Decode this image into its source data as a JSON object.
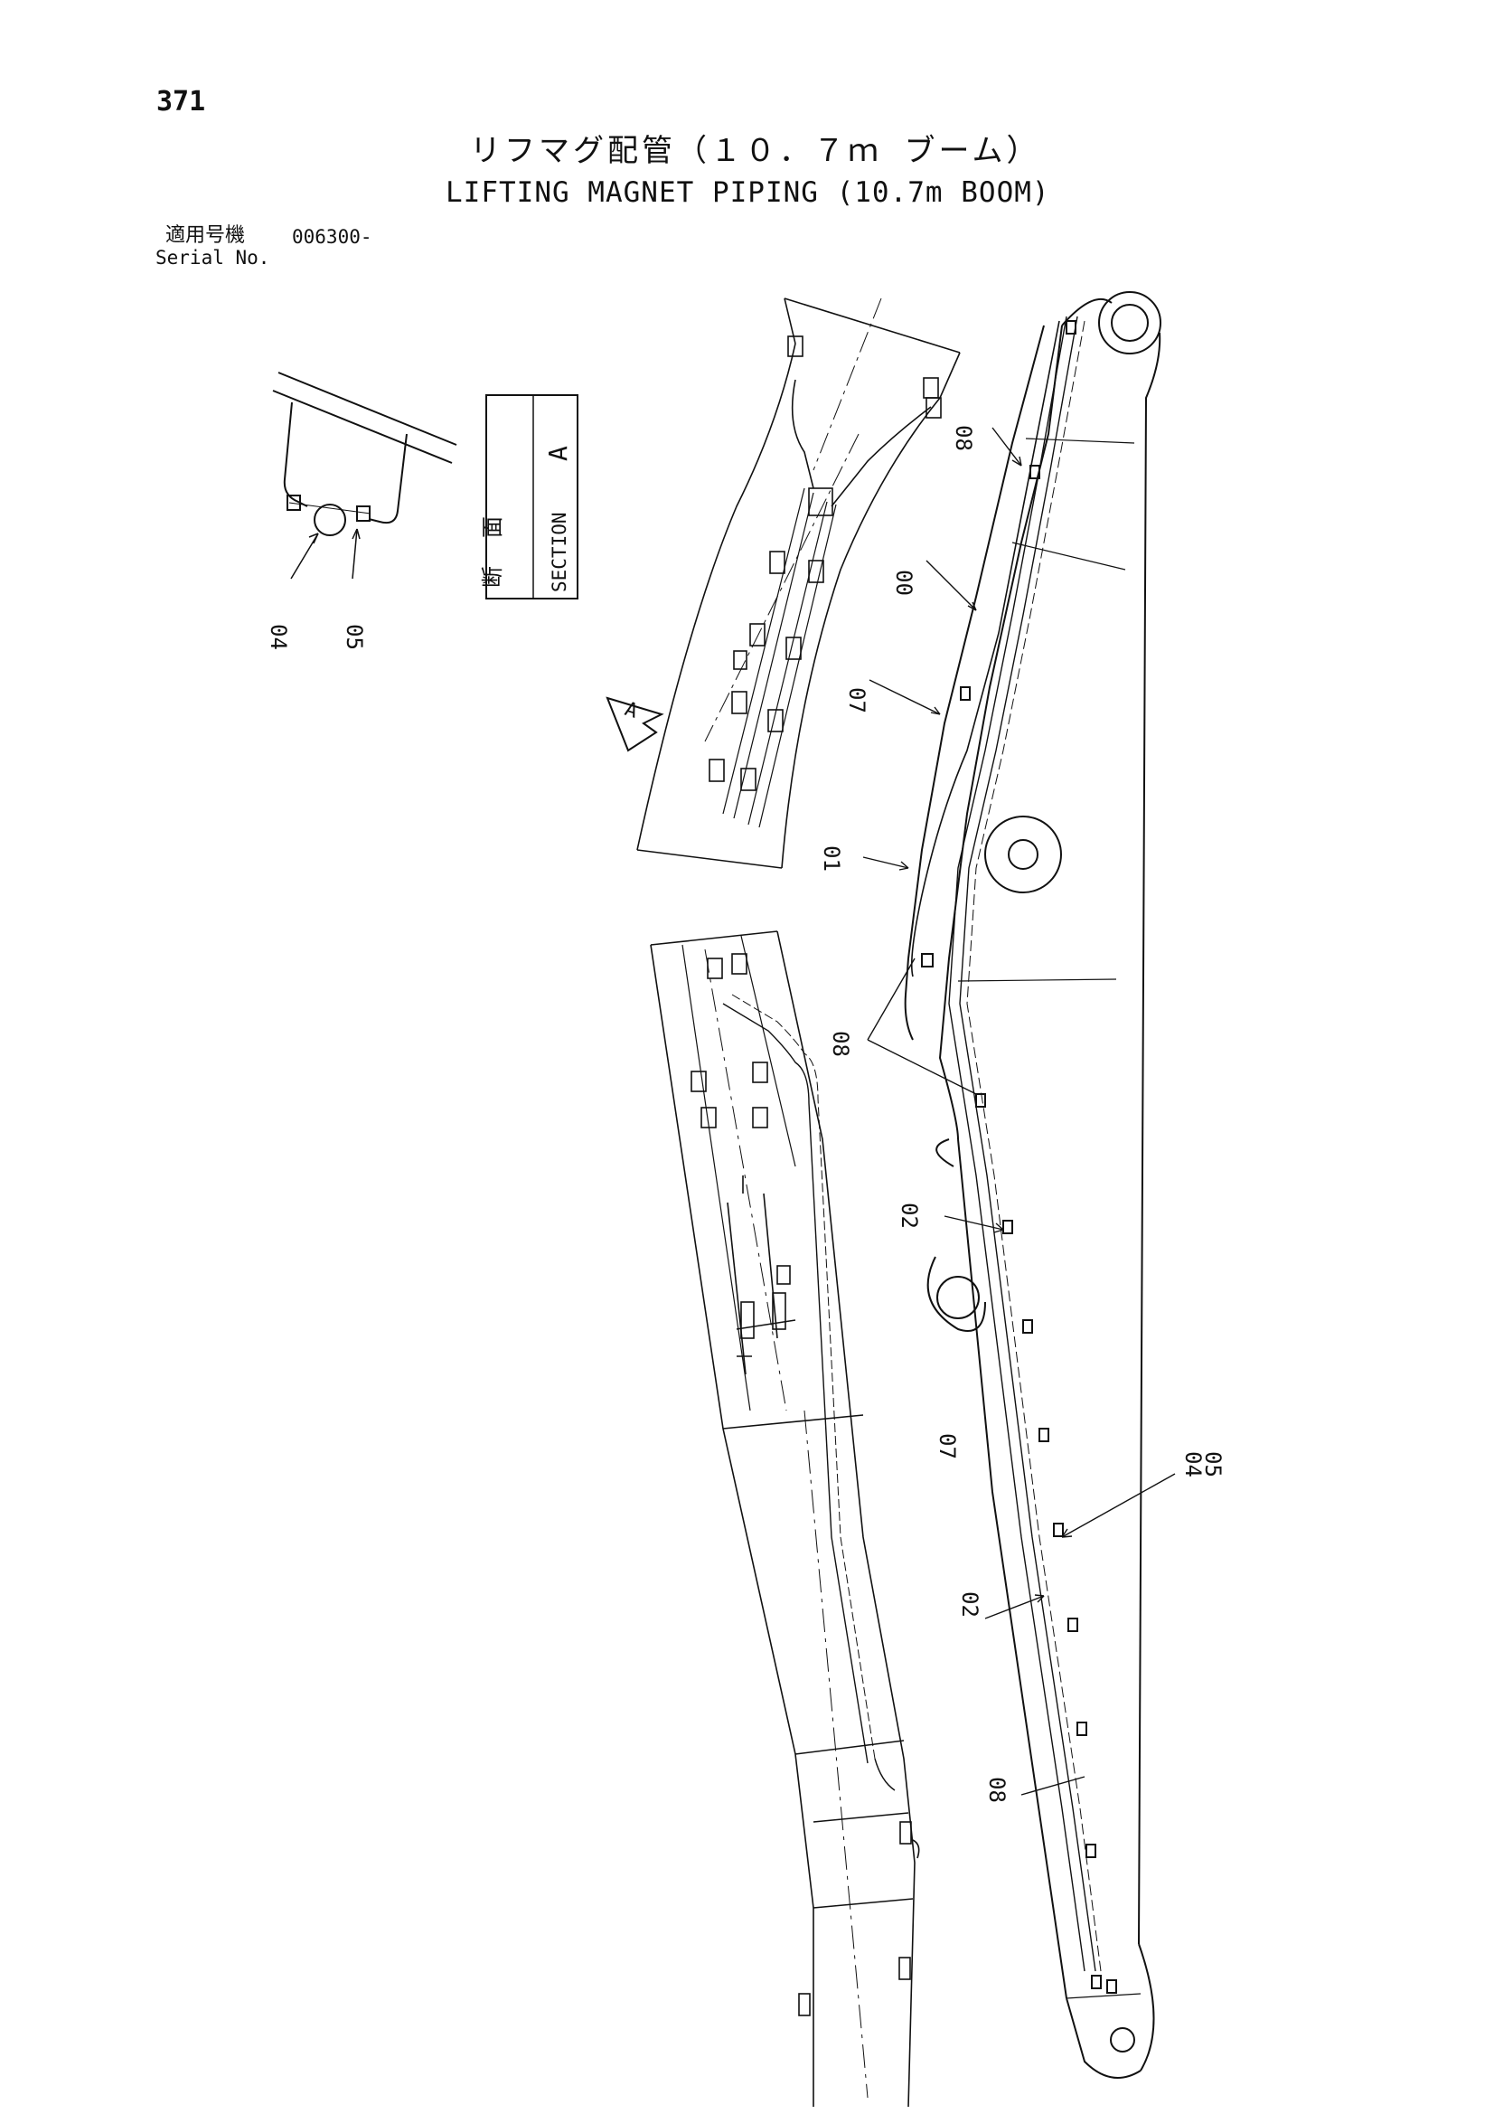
{
  "page_number": "371",
  "title_jp": "リフマグ配管（１０．７ｍ ブーム）",
  "title_en": "LIFTING MAGNET PIPING (10.7m BOOM)",
  "serial": {
    "label_jp": "適用号機",
    "value": "006300-",
    "label_en": "Serial No."
  },
  "section_box": {
    "jp_1": "断",
    "jp_2": "面",
    "en": "SECTION",
    "letter": "A"
  },
  "view_arrow_letter": "A",
  "callouts": {
    "c_04_section": "04",
    "c_05_section": "05",
    "c_08_top": "08",
    "c_00": "00",
    "c_07_upper": "07",
    "c_01": "01",
    "c_08_mid": "08",
    "c_02_upper": "02",
    "c_07_lower": "07",
    "c_04_lower": "04",
    "c_05_lower": "05",
    "c_02_lower": "02",
    "c_08_bottom": "08"
  }
}
